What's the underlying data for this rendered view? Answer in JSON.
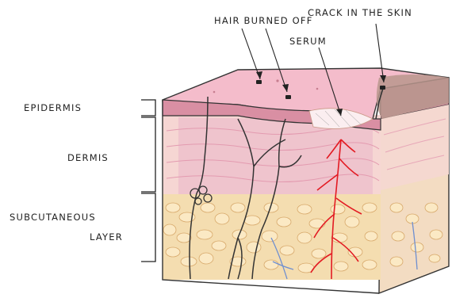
{
  "labels": {
    "hair_burned_off": "HAIR BURNED OFF",
    "crack_in_skin": "CRACK IN THE SKIN",
    "serum": "SERUM",
    "epidermis": "EPIDERMIS",
    "dermis": "DERMIS",
    "subcutaneous_line1": "SUBCUTANEOUS",
    "subcutaneous_line2": "LAYER"
  },
  "colors": {
    "skin_surface": "#f4bccb",
    "epidermis_band": "#d98fa3",
    "dermis": "#f6d6d3",
    "dermis_inflamed": "#e9b6c8",
    "subcutaneous_fat": "#f4ddb0",
    "fat_cells": "#fbe9c4",
    "blood_vessel": "#e31b23",
    "vein": "#6f8fd0",
    "nerve": "#3a3a3a",
    "burned_area": "#b9978d"
  }
}
